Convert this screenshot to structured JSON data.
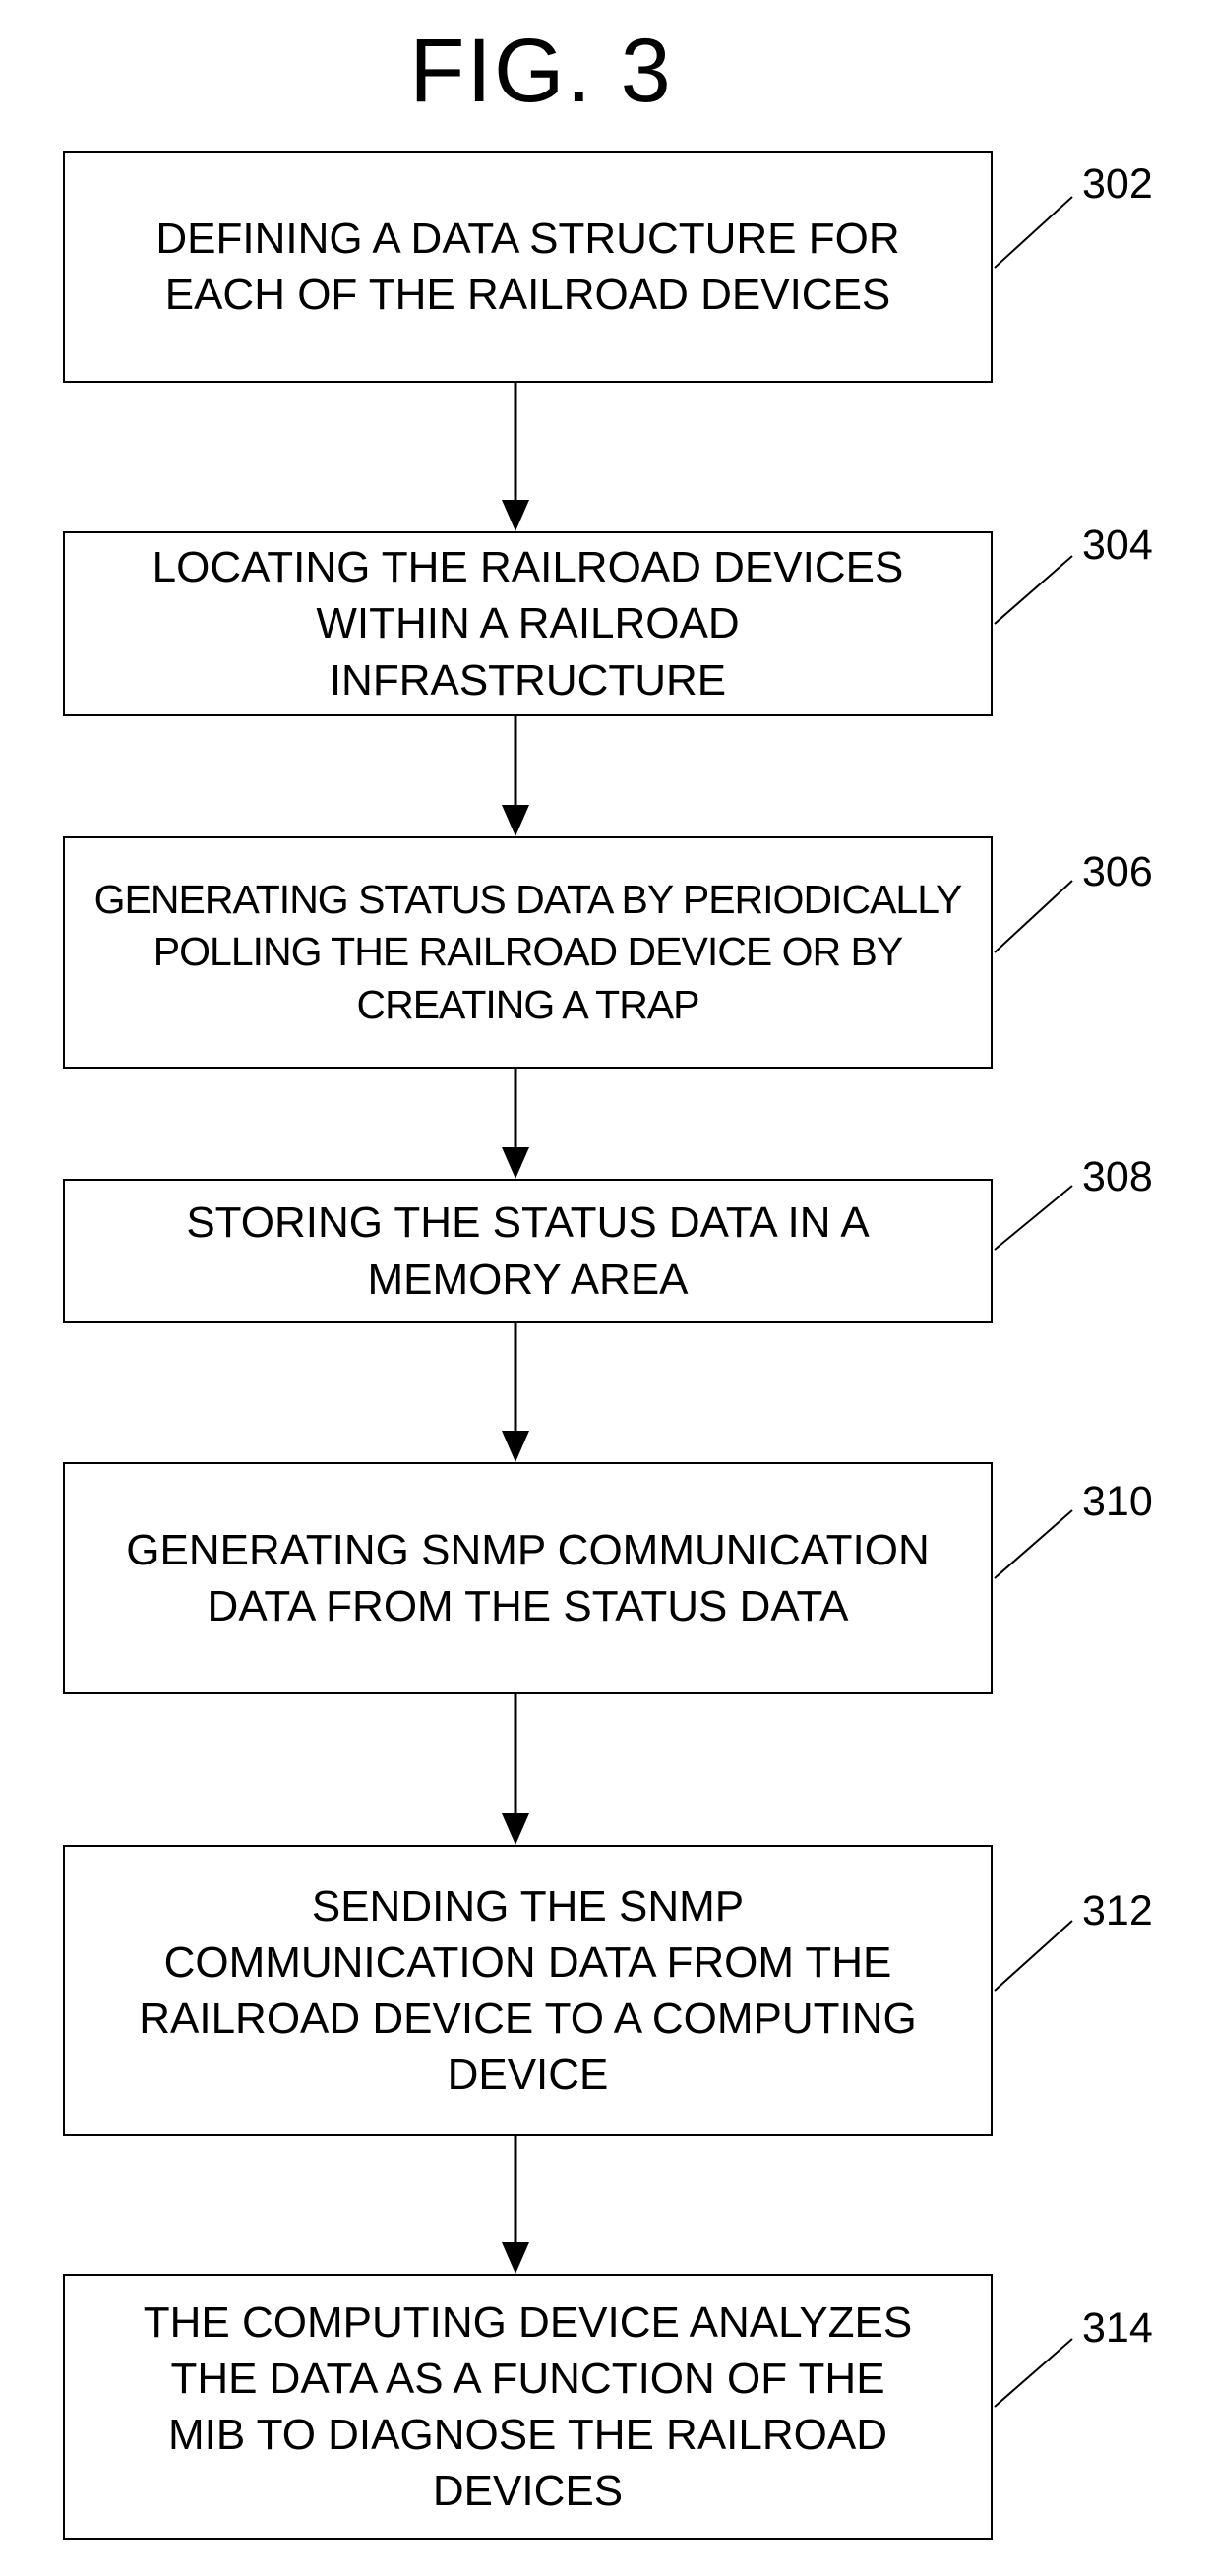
{
  "figure": {
    "title": "FIG. 3"
  },
  "steps": [
    {
      "ref": "302",
      "text": "DEFINING A DATA STRUCTURE FOR\nEACH OF THE RAILROAD DEVICES"
    },
    {
      "ref": "304",
      "text": "LOCATING THE RAILROAD DEVICES\nWITHIN A RAILROAD\nINFRASTRUCTURE"
    },
    {
      "ref": "306",
      "text": "GENERATING STATUS DATA BY PERIODICALLY\nPOLLING THE RAILROAD DEVICE OR BY\nCREATING A TRAP"
    },
    {
      "ref": "308",
      "text": "STORING THE STATUS DATA IN A\nMEMORY AREA"
    },
    {
      "ref": "310",
      "text": "GENERATING SNMP COMMUNICATION\nDATA FROM THE STATUS DATA"
    },
    {
      "ref": "312",
      "text": "SENDING THE SNMP\nCOMMUNICATION DATA FROM THE\nRAILROAD DEVICE TO A COMPUTING\nDEVICE"
    },
    {
      "ref": "314",
      "text": "THE COMPUTING DEVICE ANALYZES\nTHE DATA AS A FUNCTION OF THE\nMIB TO DIAGNOSE THE RAILROAD\nDEVICES"
    }
  ]
}
